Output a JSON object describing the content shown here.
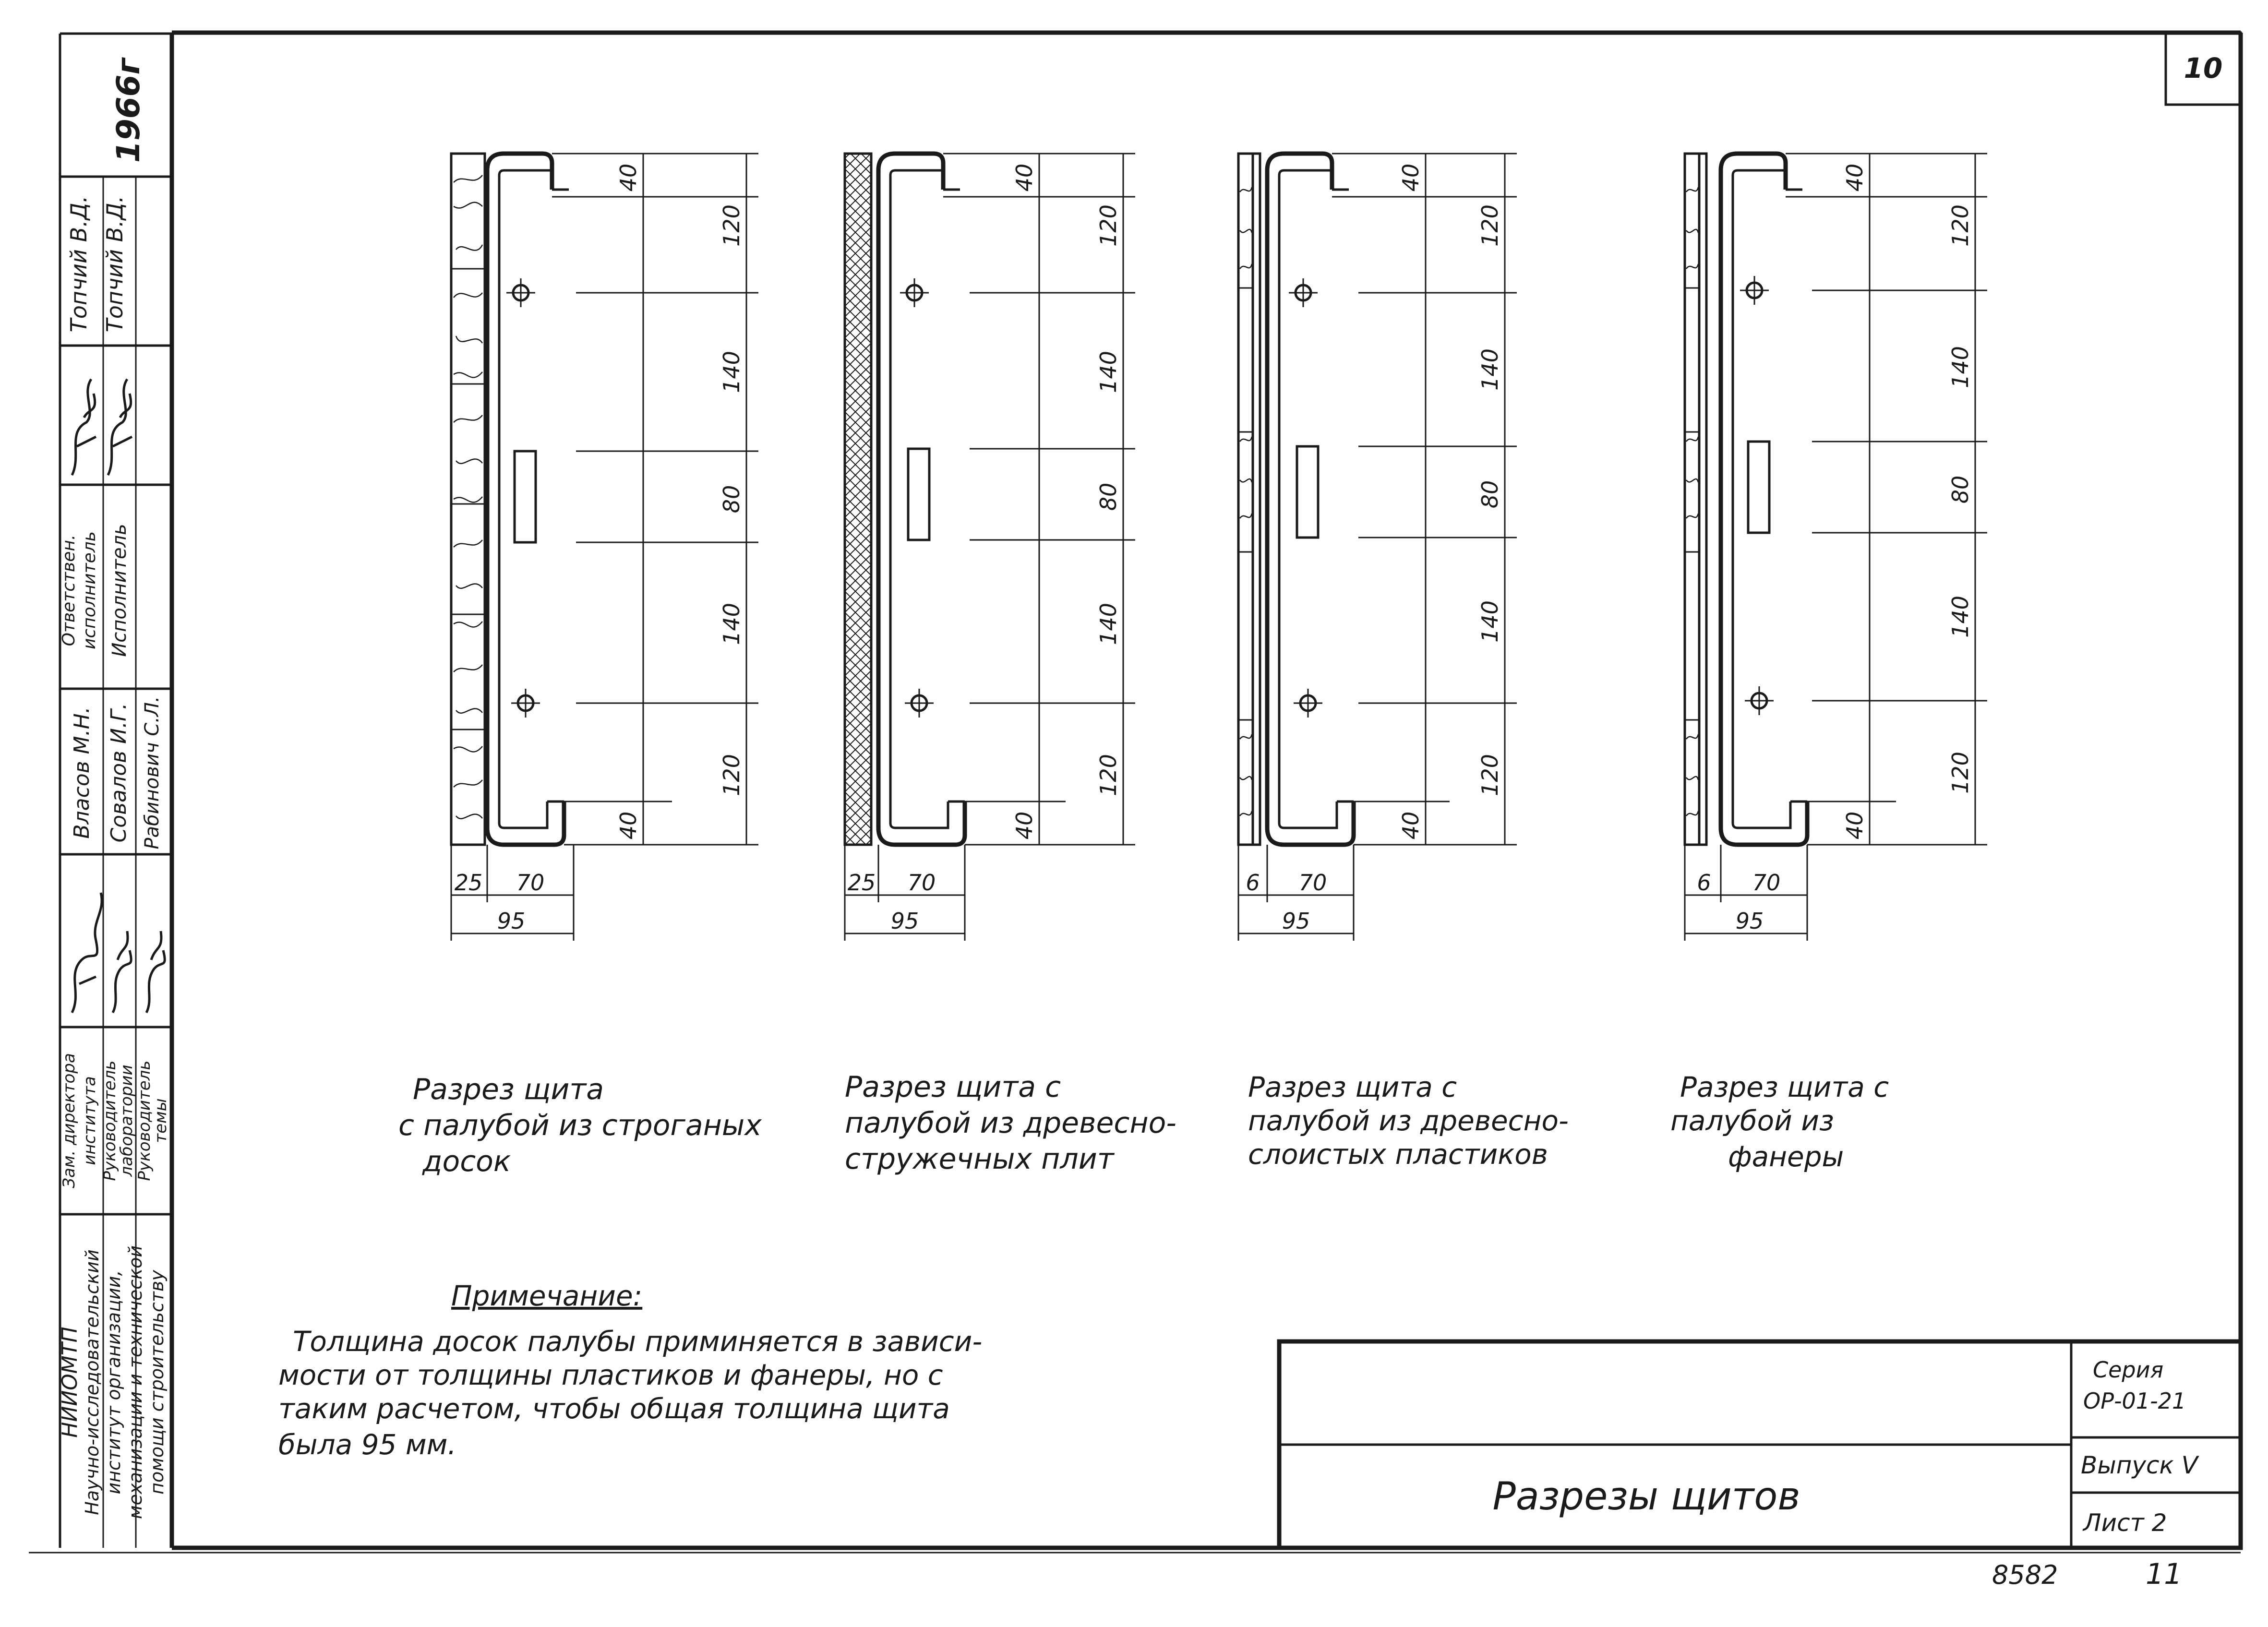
{
  "sheet_number": "10",
  "side_stamp": {
    "year": "1966г",
    "org_line1": "НИИОМТП",
    "org_line2": "Научно-исследовательский",
    "org_line3": "институт организации,",
    "org_line4": "механизации и технической",
    "org_line5": "помощи строительству",
    "role1_a": "Зам. директора",
    "role1_b": "института",
    "role2_a": "Руководитель",
    "role2_b": "лаборатории",
    "role3_a": "Руководитель",
    "role3_b": "темы",
    "name1": "Власов М.Н.",
    "name2": "Совалов И.Г.",
    "name3": "Рабинович С.Л.",
    "role4_a": "Ответствен.",
    "role4_b": "исполнитель",
    "role5": "Исполнитель",
    "name4": "Топчий В.Д.",
    "name5": "Топчий В.Д."
  },
  "dimensions": {
    "d40": "40",
    "d120": "120",
    "d140": "140",
    "d80": "80",
    "d70": "70",
    "d95": "95",
    "d25": "25",
    "d6": "6"
  },
  "captions": {
    "c1_l1": "Разрез щита",
    "c1_l2": "с палубой из строганых",
    "c1_l3": "досок",
    "c2_l1": "Разрез щита с",
    "c2_l2": "палубой из древесно-",
    "c2_l3": "стружечных плит",
    "c3_l1": "Разрез щита с",
    "c3_l2": "палубой из древесно-",
    "c3_l3": "слоистых пластиков",
    "c4_l1": "Разрез щита с",
    "c4_l2": "палубой из",
    "c4_l3": "фанеры"
  },
  "note": {
    "title": "Примечание:",
    "l1": "Толщина досок палубы приминяется в зависи-",
    "l2": "мости от толщины пластиков и фанеры, но с",
    "l3": "таким расчетом, чтобы общая толщина щита",
    "l4": "была 95 мм."
  },
  "title_block": {
    "drawing_title": "Разрезы щитов",
    "series_label": "Серия",
    "series_value": "ОР-01-21",
    "issue": "Выпуск V",
    "sheet": "Лист 2"
  },
  "footer": {
    "number_left": "8582",
    "number_right": "11"
  }
}
